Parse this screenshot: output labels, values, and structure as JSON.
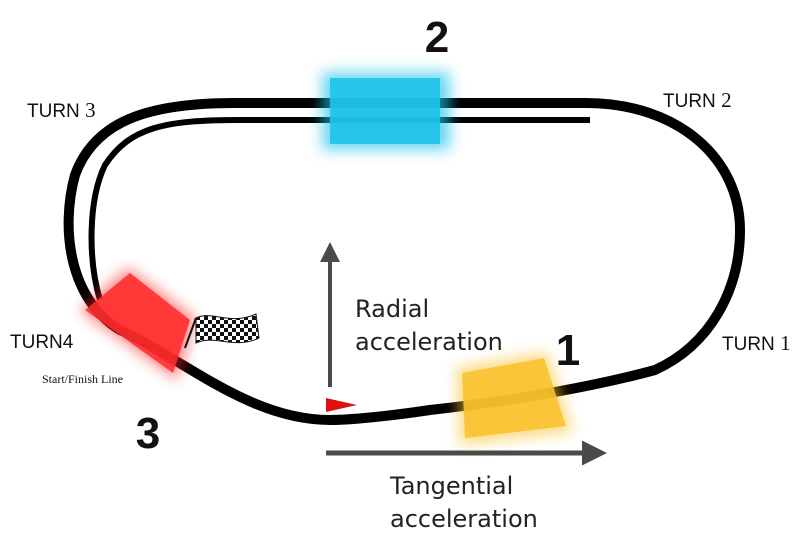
{
  "zones": [
    {
      "number": "2",
      "color": "#1ec3ea"
    },
    {
      "number": "1",
      "color": "#f9c22e"
    },
    {
      "number": "3",
      "color": "#ff2a2a"
    }
  ],
  "turns": {
    "turn1": {
      "word": "TURN",
      "num": "1"
    },
    "turn2": {
      "word": "TURN",
      "num": "2"
    },
    "turn3": {
      "word": "TURN",
      "num": "3"
    },
    "turn4": "TURN4"
  },
  "start_finish": "Start/Finish Line",
  "vectors": {
    "radial_line1": "Radial",
    "radial_line2": "acceleration",
    "tangential_line1": "Tangential",
    "tangential_line2": "acceleration"
  },
  "colors": {
    "track": "#000000",
    "arrow": "#4a4a4a",
    "car_marker": "#e01010"
  }
}
